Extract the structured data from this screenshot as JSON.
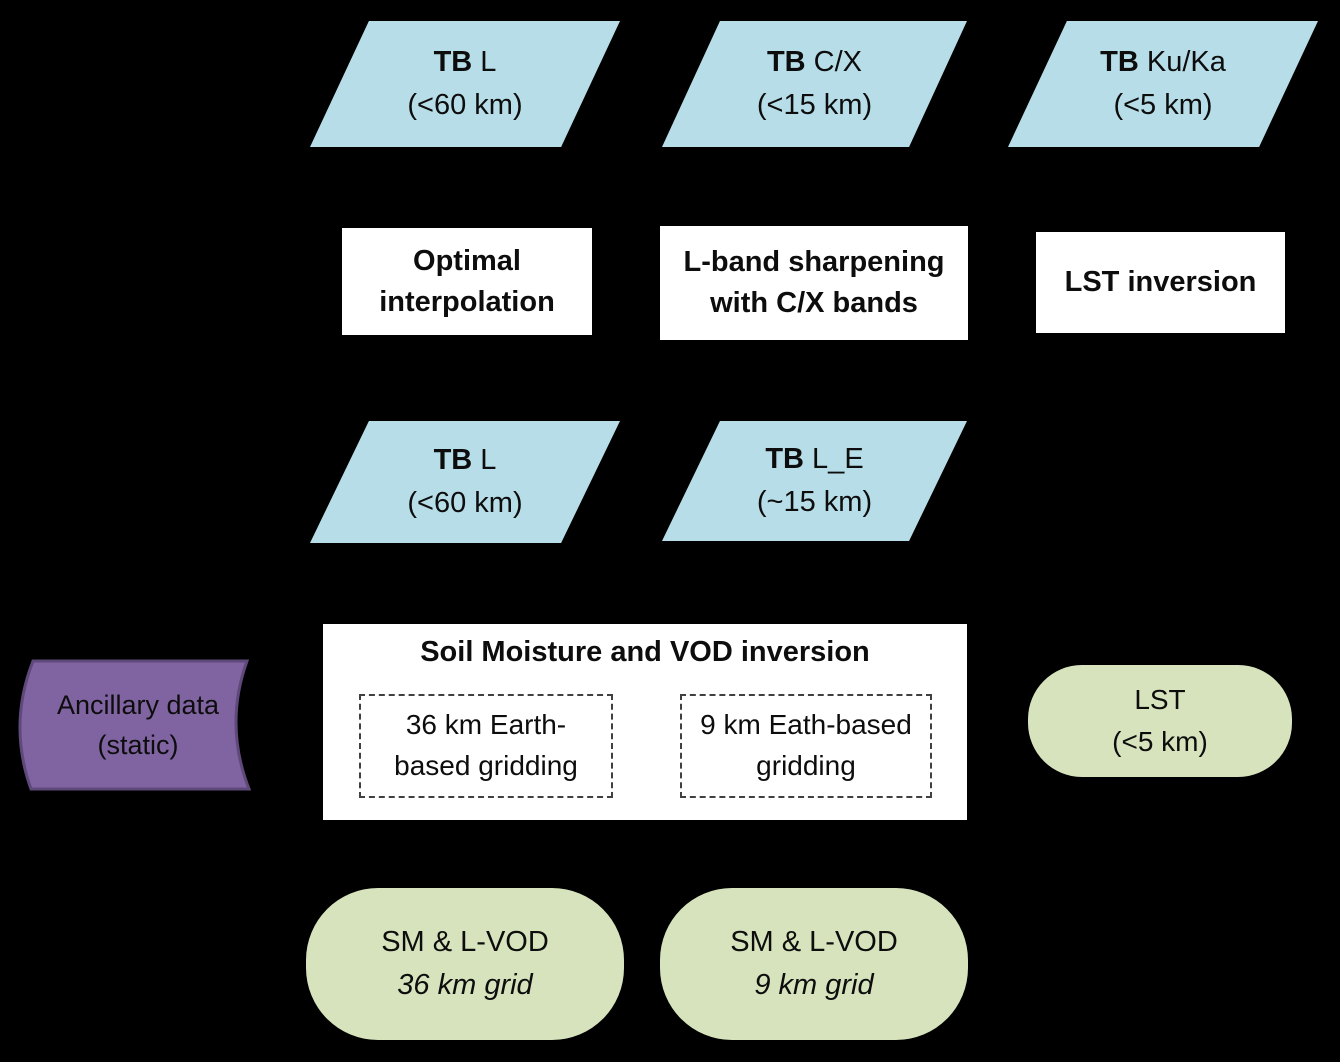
{
  "colors": {
    "background": "#000000",
    "input_fill": "#b7dee8",
    "process_fill": "#ffffff",
    "output_fill": "#d6e3bc",
    "ancillary_fill": "#8064a2",
    "ancillary_border": "#5f497a",
    "text": "#0d0d0d"
  },
  "inputs_top": [
    {
      "prefix": "TB",
      "label": " L",
      "size": "(<60 km)"
    },
    {
      "prefix": "TB",
      "label": " C/X",
      "size": "(<15 km)"
    },
    {
      "prefix": "TB",
      "label": " Ku/Ka",
      "size": "(<5 km)"
    }
  ],
  "process_boxes": [
    {
      "label": "Optimal interpolation"
    },
    {
      "label": "L-band sharpening with C/X bands"
    },
    {
      "label": "LST inversion"
    }
  ],
  "inputs_mid": [
    {
      "prefix": "TB",
      "label": " L",
      "size": "(<60 km)"
    },
    {
      "prefix": "TB",
      "label": " L_E",
      "size": "(~15 km)"
    }
  ],
  "inversion_box": {
    "title": "Soil Moisture and VOD inversion",
    "gridding_options": [
      {
        "label": "36 km Earth-based gridding"
      },
      {
        "label": "9 km Eath-based gridding"
      }
    ]
  },
  "ancillary": {
    "line1": "Ancillary data",
    "line2": "(static)"
  },
  "lst_output": {
    "line1": "LST",
    "line2": "(<5 km)"
  },
  "outputs": [
    {
      "line1": "SM & L-VOD",
      "line2": "36 km grid"
    },
    {
      "line1": "SM & L-VOD",
      "line2": "9 km grid"
    }
  ]
}
